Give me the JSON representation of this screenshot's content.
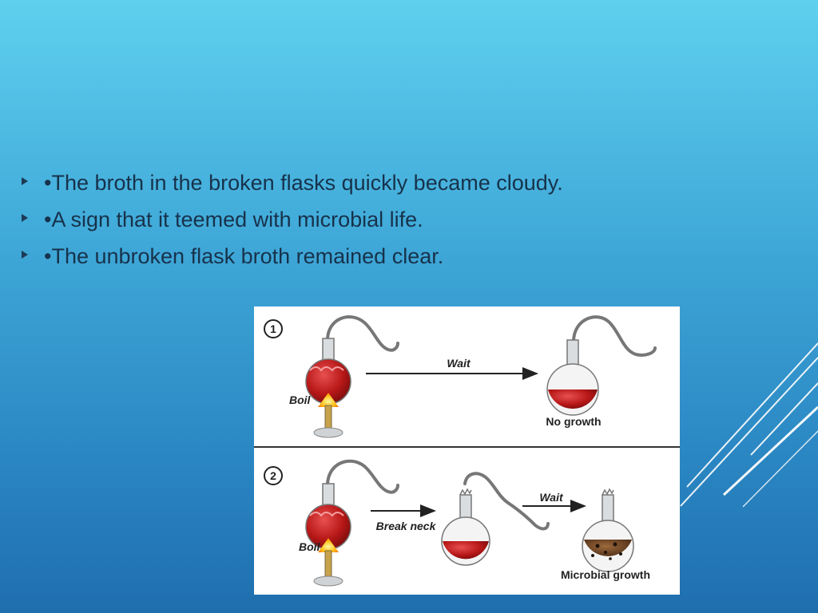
{
  "slide": {
    "bullets": [
      "•The broth in the broken flasks quickly became cloudy.",
      "•A sign that it teemed with microbial life.",
      "•The unbroken flask broth remained clear."
    ]
  },
  "figure": {
    "step1": {
      "number": "1",
      "boil_label": "Boil",
      "wait_label": "Wait",
      "result_label": "No growth"
    },
    "step2": {
      "number": "2",
      "boil_label": "Boil",
      "break_label": "Break neck",
      "wait_label": "Wait",
      "result_label": "Microbial growth"
    }
  },
  "colors": {
    "background_top": "#5fd0ee",
    "background_bottom": "#1f6eae",
    "text": "#17324b",
    "broth_clear": "#b81818",
    "broth_cloudy": "#6b3a1e"
  }
}
